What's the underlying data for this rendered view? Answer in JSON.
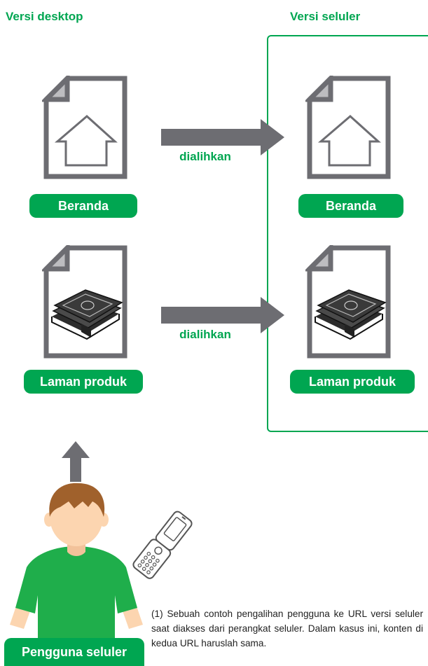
{
  "headings": {
    "desktop": "Versi desktop",
    "mobile": "Versi seluler"
  },
  "desktop": {
    "home_label": "Beranda",
    "product_label": "Laman produk"
  },
  "mobile": {
    "home_label": "Beranda",
    "product_label": "Laman produk"
  },
  "arrows": {
    "top_label": "dialihkan",
    "bottom_label": "dialihkan"
  },
  "user": {
    "label": "Pengguna seluler"
  },
  "caption": "(1) Sebuah contoh pengalihan pengguna ke URL versi seluler saat diakses dari perangkat seluler. Dalam kasus ini, konten di kedua URL haruslah sama.",
  "icons": [
    "house-document-icon",
    "money-document-icon",
    "up-arrow-icon",
    "right-arrow-icon",
    "user-icon",
    "flip-phone-icon"
  ],
  "colors": {
    "accent_green": "#00a651",
    "arrow_gray": "#6d6d72",
    "skin": "#fcd5b0",
    "hair": "#a0612c",
    "shirt": "#1fae4b"
  }
}
